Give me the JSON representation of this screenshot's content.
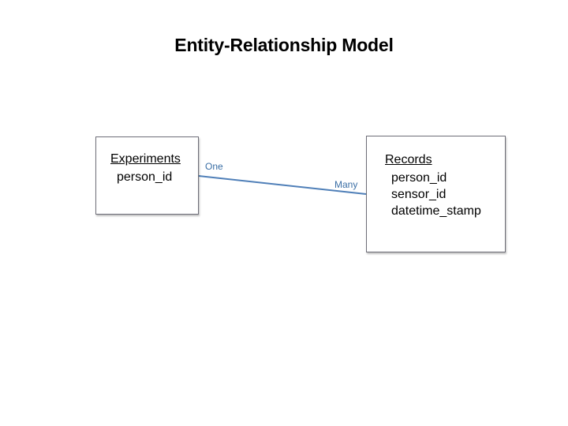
{
  "title": "Entity-Relationship Model",
  "entities": {
    "experiments": {
      "name": "Experiments",
      "attributes": [
        "person_id"
      ]
    },
    "records": {
      "name": "Records",
      "attributes": [
        "person_id",
        "sensor_id",
        "datetime_stamp"
      ]
    }
  },
  "relationship": {
    "from_label": "One",
    "to_label": "Many",
    "line_color": "#4f7fb8",
    "label_color": "#3a6ea5"
  }
}
